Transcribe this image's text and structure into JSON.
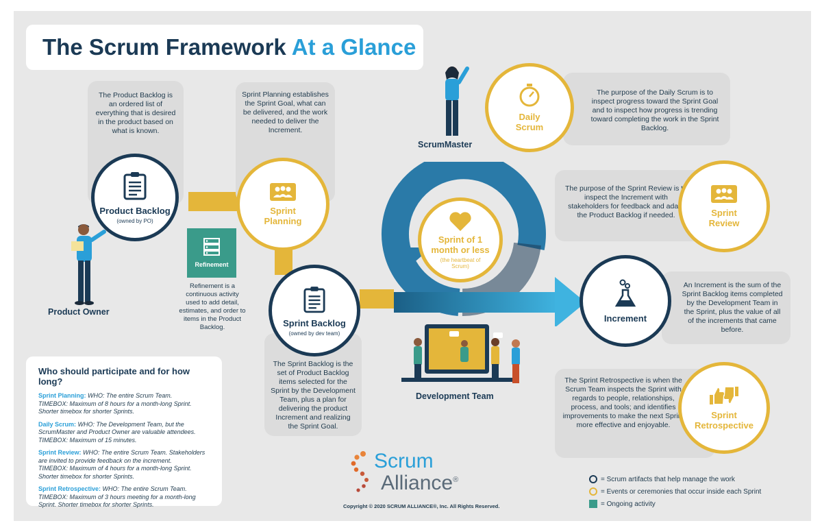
{
  "title": {
    "main": "The Scrum Framework",
    "accent": "At a Glance"
  },
  "product_backlog": {
    "desc": "The Product Backlog is an ordered list of everything that is desired in the product based on what is known.",
    "label": "Product Backlog",
    "sub": "(owned by PO)"
  },
  "sprint_planning": {
    "desc": "Sprint Planning establishes the Sprint Goal, what can be delivered, and the work needed to deliver the Increment.",
    "label": "Sprint Planning"
  },
  "refinement": {
    "label": "Refinement",
    "desc": "Refinement is a continuous activity used to add detail, estimates, and order to items in the Product Backlog."
  },
  "sprint_backlog": {
    "label": "Sprint Backlog",
    "sub": "(owned by dev team)",
    "desc": "The Sprint Backlog is the set of Product Backlog items selected for the Sprint by the Development Team, plus a plan for delivering the product Increment and realizing the Sprint Goal."
  },
  "sprint": {
    "label": "Sprint of 1 month or less",
    "sub": "(the heartbeat of Scrum)"
  },
  "daily_scrum": {
    "label": "Daily Scrum",
    "desc": "The purpose of the Daily Scrum is to inspect progress toward the Sprint Goal and to inspect how progress is trending toward completing the work in the Sprint Backlog."
  },
  "sprint_review": {
    "label": "Sprint Review",
    "desc": "The purpose of the Sprint Review is to inspect the Increment with stakeholders for feedback and adapt the Product Backlog if needed."
  },
  "increment": {
    "label": "Increment",
    "desc": "An Increment is the sum of the Sprint Backlog items completed by the Development Team in the Sprint, plus the value of all of the increments that came before."
  },
  "sprint_retro": {
    "label": "Sprint Retrospective",
    "desc": "The Sprint Retrospective is when the Scrum Team inspects the Sprint with regards to people, relationships, process, and tools; and identifies improvements to make the next Sprint more effective and enjoyable."
  },
  "people": {
    "product_owner": "Product Owner",
    "scrum_master": "ScrumMaster",
    "dev_team": "Development Team"
  },
  "participation": {
    "title": "Who should participate and for how long?",
    "items": [
      {
        "name": "Sprint Planning:",
        "who": "WHO: The entire Scrum Team.",
        "timebox": "TIMEBOX: Maximum of 8 hours for a month-long Sprint. Shorter timebox for shorter Sprints."
      },
      {
        "name": "Daily Scrum:",
        "who": "WHO: The Development Team, but the ScrumMaster and Product Owner are valuable attendees.",
        "timebox": "TIMEBOX: Maximum of 15 minutes."
      },
      {
        "name": "Sprint Review:",
        "who": "WHO: The entire Scrum Team. Stakeholders are invited to provide feedback on the increment.",
        "timebox": "TIMEBOX: Maximum of 4 hours for a month-long Sprint. Shorter timebox for shorter Sprints."
      },
      {
        "name": "Sprint Retrospective:",
        "who": "WHO: The entire Scrum Team.",
        "timebox": "TIMEBOX: Maximum of 3 hours meeting for a month-long Sprint. Shorter timebox for shorter Sprints."
      }
    ]
  },
  "logo": {
    "line1": "Scrum",
    "line2": "Alliance",
    "reg": "®"
  },
  "copyright": "Copyright © 2020 SCRUM ALLIANCE®, Inc. All Rights Reserved.",
  "legend": {
    "artifacts": "= Scrum artifacts that help manage the work",
    "events": "= Events or ceremonies that occur inside each Sprint",
    "ongoing": "= Ongoing activity"
  },
  "colors": {
    "navy": "#1b3a55",
    "gold": "#e4b63a",
    "teal": "#3a9b8a",
    "blue": "#2a9fd8",
    "background": "#e8e8e8"
  },
  "icons": [
    "clipboard-icon",
    "people-group-icon",
    "server-icon",
    "stopwatch-icon",
    "heart-icon",
    "flask-icon",
    "thumbs-icon"
  ]
}
